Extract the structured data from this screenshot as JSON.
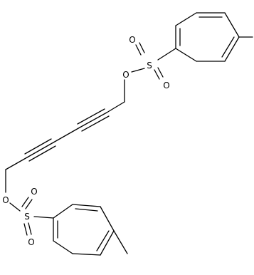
{
  "molecule": {
    "atoms": {
      "o_top": "O",
      "s_top": "S",
      "o_top_sulfonyl_1": "O",
      "o_top_sulfonyl_2": "O",
      "o_bottom": "O",
      "s_bottom": "S",
      "o_bottom_sulfonyl_1": "O",
      "o_bottom_sulfonyl_2": "O"
    }
  },
  "colors": {
    "bond": "#000000",
    "background": "#ffffff"
  }
}
